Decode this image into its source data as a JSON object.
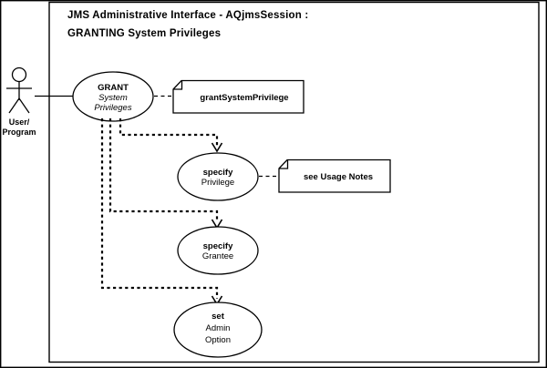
{
  "diagram": {
    "type": "uml-use-case-diagram",
    "title_line_1": "JMS Administrative Interface  -  AQjmsSession :",
    "title_line_2": "GRANTING System Privileges",
    "actor": {
      "name": "user-program-actor",
      "label_line_1": "User/",
      "label_line_2": "Program"
    },
    "use_cases": [
      {
        "id": "grant-system-privileges",
        "line_1": "GRANT",
        "line_2": "System",
        "line_3": "Privileges"
      },
      {
        "id": "specify-privilege",
        "line_1": "specify",
        "line_2": "Privilege",
        "line_3": ""
      },
      {
        "id": "specify-grantee",
        "line_1": "specify",
        "line_2": "Grantee",
        "line_3": ""
      },
      {
        "id": "set-admin-option",
        "line_1": "set",
        "line_2": "Admin",
        "line_3": "Option"
      }
    ],
    "notes": [
      {
        "id": "grant-system-privilege-note",
        "text": "grantSystemPrivilege"
      },
      {
        "id": "see-usage-notes-note",
        "text": "see Usage Notes"
      }
    ],
    "colors": {
      "stroke": "#000000",
      "background": "#ffffff",
      "text": "#000000"
    }
  }
}
